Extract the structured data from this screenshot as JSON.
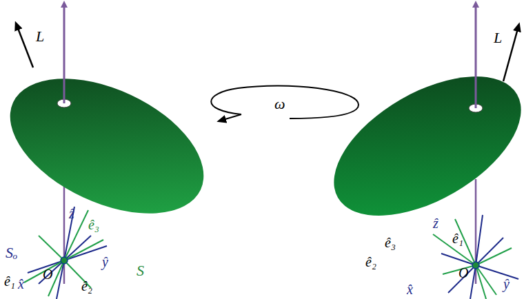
{
  "diagram": {
    "labels": [
      "L⃗",
      "ω⃗",
      "Sₒ",
      "S",
      "ẑ",
      "ê₃",
      "ê₁",
      "x̂",
      "O",
      "ŷ",
      "ê₂",
      "L⃗",
      "ê₃",
      "ẑ",
      "ê₂",
      "ê₁",
      "O",
      "x̂",
      "ŷ"
    ]
  }
}
